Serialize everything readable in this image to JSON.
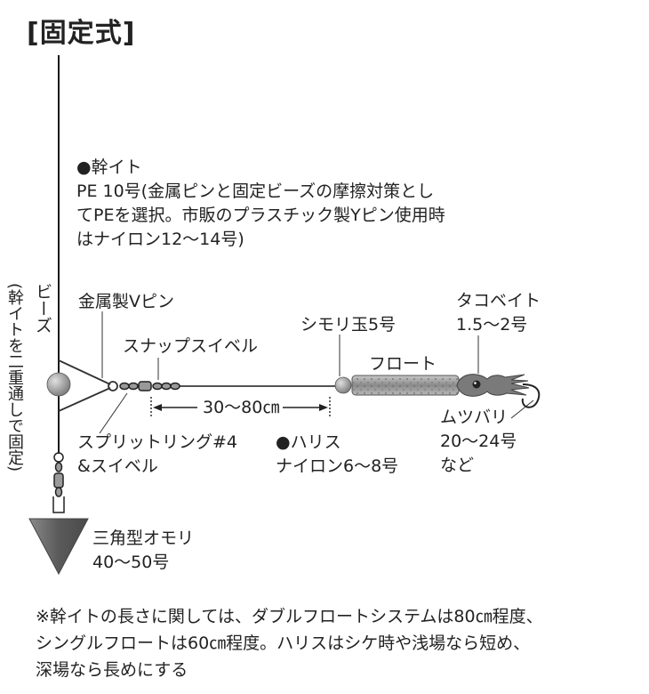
{
  "title": "[固定式]",
  "main_line": {
    "heading": "●幹イト",
    "lines": [
      "PE 10号(金属ピンと固定ビーズの摩擦対策とし",
      "てPEを選択。市販のプラスチック製Yピン使用時",
      "はナイロン12〜14号)"
    ]
  },
  "beads": {
    "label": "ビーズ",
    "note": "(幹イトを二重通しで固定)"
  },
  "v_pin": "金属製Vピン",
  "snap_swivel": "スナップスイベル",
  "split_ring": [
    "スプリットリング#4",
    "&スイベル"
  ],
  "distance": "30〜80㎝",
  "harisu": [
    "●ハリス",
    "ナイロン6〜8号"
  ],
  "stopper": "シモリ玉5号",
  "float": "フロート",
  "octopus": [
    "タコベイト",
    "1.5〜2号"
  ],
  "hook": [
    "ムツバリ",
    "20〜24号",
    "など"
  ],
  "sinker": [
    "三角型オモリ",
    "40〜50号"
  ],
  "footnote": [
    "※幹イトの長さに関しては、ダブルフロートシステムは80㎝程度、",
    "シングルフロートは60㎝程度。ハリスはシケ時や浅場なら短め、",
    "深場なら長めにする"
  ],
  "colors": {
    "line": "#1a1a1a",
    "bead": "#8f8f8f",
    "float": "#9a9a9a",
    "sinker": "#6e6e6e",
    "octopus": "#7a7a7a"
  }
}
